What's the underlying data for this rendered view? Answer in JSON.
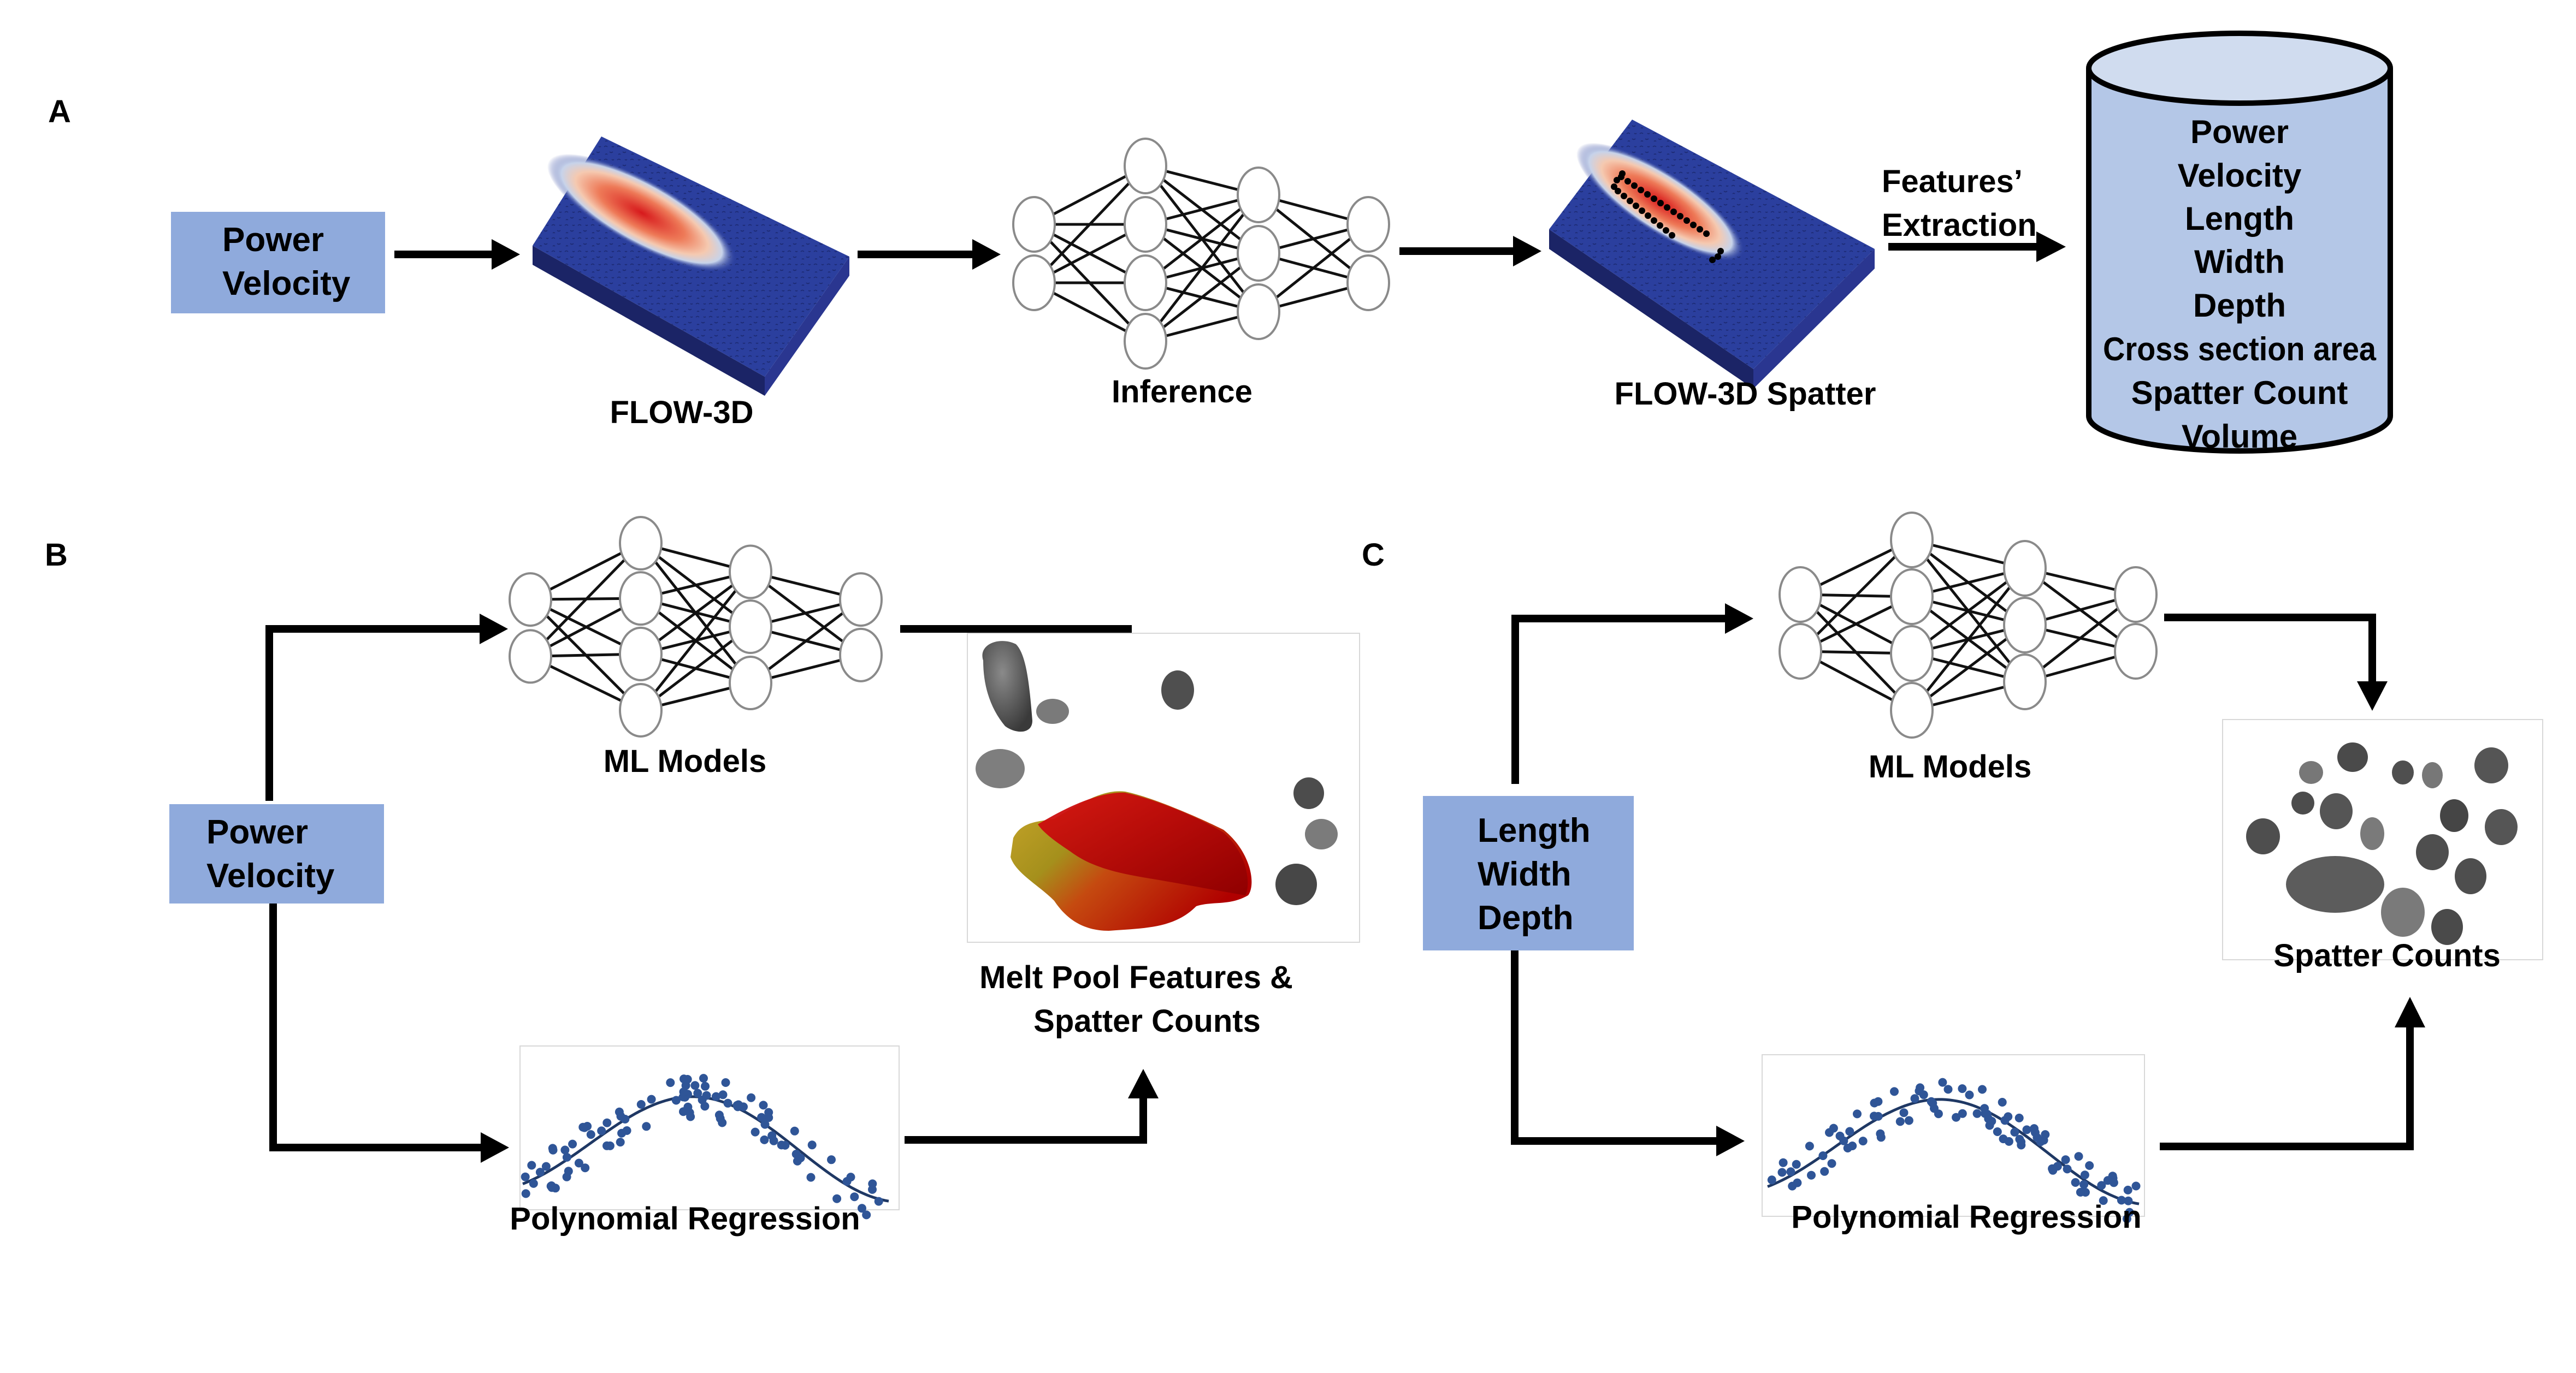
{
  "figure": {
    "panels": {
      "A": {
        "letter": "A",
        "input_box": {
          "lines": [
            "Power",
            "Velocity"
          ]
        },
        "flow3d_label": "FLOW-3D",
        "inference_label": "Inference",
        "flow3d_spatter_label": "FLOW-3D Spatter",
        "extraction_label": [
          "Features’",
          "Extraction"
        ],
        "database_items": [
          "Power",
          "Velocity",
          "Length",
          "Width",
          "Depth",
          "Cross section area",
          "Spatter Count",
          "Volume"
        ]
      },
      "B": {
        "letter": "B",
        "input_box": {
          "lines": [
            "Power",
            "Velocity"
          ]
        },
        "ml_label": "ML Models",
        "poly_label": "Polynomial Regression",
        "output_label": [
          "Melt Pool Features &",
          "Spatter Counts"
        ]
      },
      "C": {
        "letter": "C",
        "input_box": {
          "lines": [
            "Length",
            "Width",
            "Depth"
          ]
        },
        "ml_label": "ML Models",
        "poly_label": "Polynomial Regression",
        "output_label": "Spatter Counts"
      }
    },
    "colors": {
      "input_box": "#8FAADC",
      "database_fill": "#B4C7E7",
      "database_top": "#D0DCEF",
      "scatter_dot": "#2F5597",
      "fit_line": "#1F3864",
      "slab_top": "#2B3F9E",
      "slab_side": "#1B2466",
      "melt_red": "#C00000",
      "melt_yellow": "#B8A020",
      "spatter_gray": "#5A5A5A"
    },
    "neural_net": {
      "layers": [
        2,
        4,
        3,
        2
      ]
    }
  }
}
